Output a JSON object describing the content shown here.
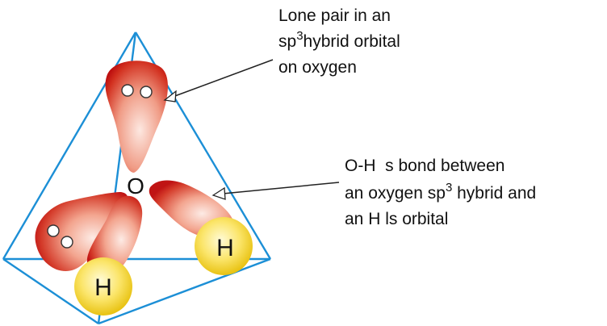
{
  "diagram": {
    "atoms": {
      "oxygen": "O",
      "hydrogen_front": "H",
      "hydrogen_right": "H"
    },
    "callout_lone_pair": {
      "line1": "Lone pair in an",
      "line2_prefix": "sp",
      "line2_sup": "3",
      "line2_suffix": "hybrid orbital",
      "line3": "on oxygen"
    },
    "callout_bond": {
      "line1": "O-H  s bond between",
      "line2_prefix": "an oxygen sp",
      "line2_sup": "3",
      "line2_suffix": " hybrid and",
      "line3": "an H ls orbital"
    },
    "colors": {
      "tetrahedron": "#1c8fd6",
      "lobe_dark": "#c81818",
      "lobe_light": "#fde6de",
      "hydrogen": "#f2d223",
      "hydrogen_light": "#fff6b0",
      "leader_line": "#222222"
    }
  }
}
